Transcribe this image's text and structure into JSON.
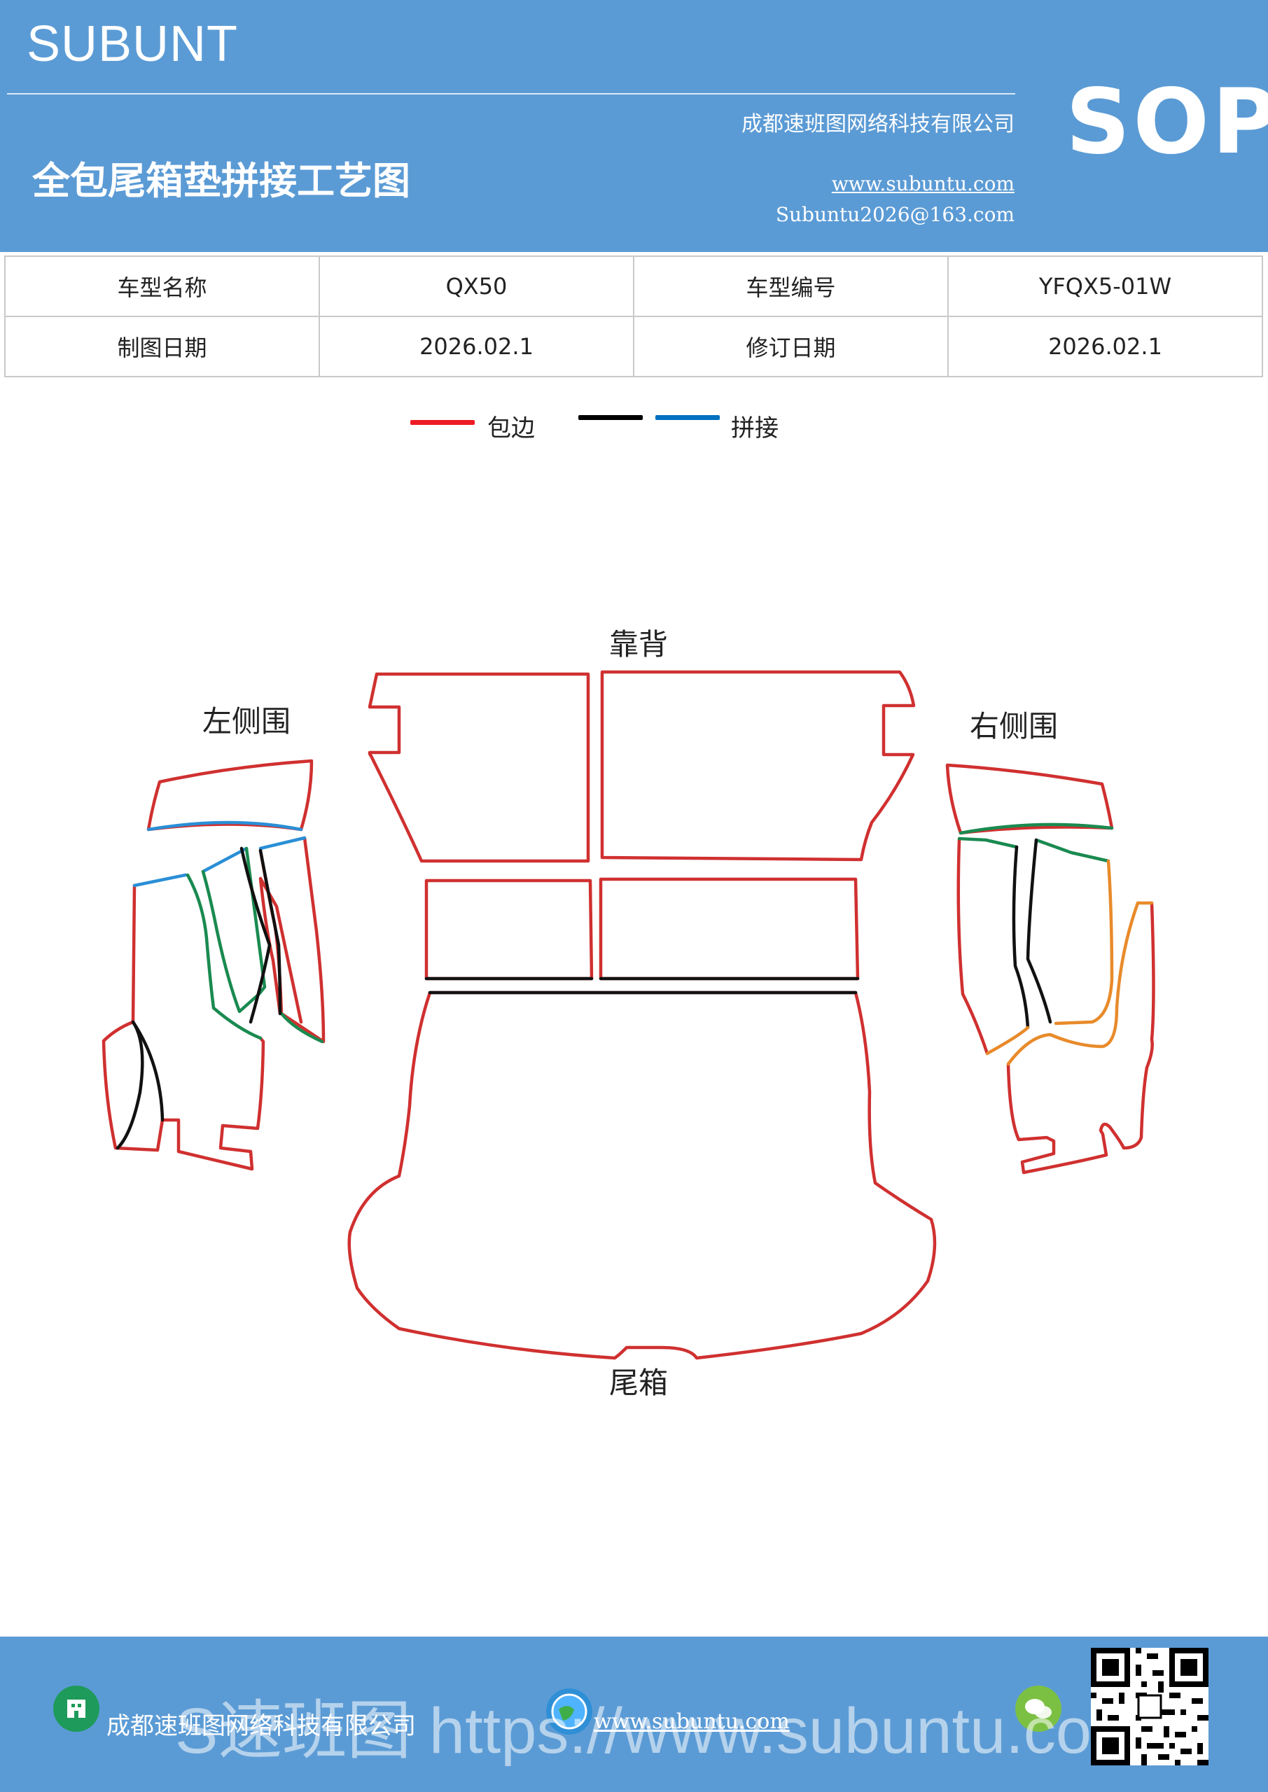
{
  "header": {
    "brand": "SUBUNT",
    "company": "成都速班图网络科技有限公司",
    "title": "全包尾箱垫拼接工艺图",
    "website": "www.subuntu.com",
    "email": "Subuntu2026@163.com",
    "badge": "SOP"
  },
  "info_table": {
    "rows": [
      [
        "车型名称",
        "QX50",
        "车型编号",
        "YFQX5-01W"
      ],
      [
        "制图日期",
        "2026.02.1",
        "修订日期",
        "2026.02.1"
      ]
    ]
  },
  "legend": {
    "items": [
      {
        "label": "包边",
        "color": "#ee1c24"
      },
      {
        "label": "",
        "color": "#000000"
      },
      {
        "label": "拼接",
        "color": "#0070c0"
      }
    ]
  },
  "diagram": {
    "labels": {
      "back": "靠背",
      "left": "左侧围",
      "right": "右侧围",
      "trunk": "尾箱"
    },
    "colors": {
      "edge": "#d03030",
      "splice_black": "#111111",
      "splice_blue": "#2a8fd6",
      "splice_green": "#1a8a50",
      "splice_orange": "#e88a2a"
    }
  },
  "footer": {
    "company": "成都速班图网络科技有限公司",
    "website": "www.subuntu.com",
    "watermark": "S速班图 https://www.subuntu.com"
  }
}
